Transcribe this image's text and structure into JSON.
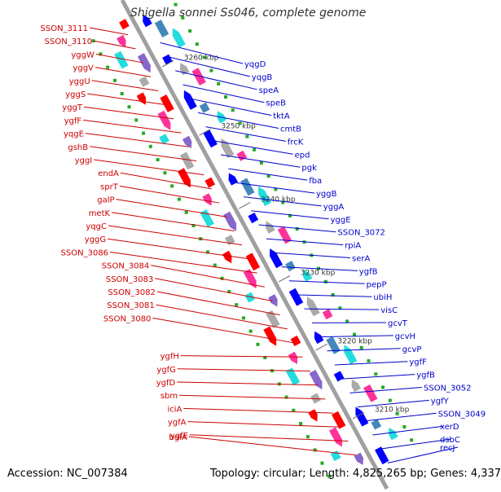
{
  "title": "Shigella sonnei Ss046, complete genome",
  "footer": {
    "accession": "Accession: NC_007384",
    "summary": "Topology: circular; Length: 4,825,265 bp; Genes: 4,337"
  },
  "colors": {
    "backbone": "#a0a0a0",
    "left_label": "#cc0000",
    "right_label": "#0000cc",
    "red_feature": "#ff0000",
    "blue_feature": "#0000ff",
    "cyan_feature": "#22dddd",
    "steel_feature": "#4488bb",
    "tick_green": "#22aa22",
    "pink_feature": "#ff3399"
  },
  "kbp_labels": [
    {
      "text": "3260 kbp",
      "pos": 0.14
    },
    {
      "text": "3250 kbp",
      "pos": 0.28
    },
    {
      "text": "3240 kbp",
      "pos": 0.43
    },
    {
      "text": "3230 kbp",
      "pos": 0.58
    },
    {
      "text": "3220 kbp",
      "pos": 0.72
    },
    {
      "text": "3210 kbp",
      "pos": 0.86
    }
  ],
  "left_genes": [
    "SSON_3111",
    "SSON_3110",
    "yggW",
    "yggV",
    "yggU",
    "yggS",
    "yggT",
    "ygfF",
    "yqgE",
    "gshB",
    "yggI",
    "endA",
    "sprT",
    "galP",
    "metK",
    "yqgC",
    "yggG",
    "SSON_3086",
    "SSON_3084",
    "SSON_3083",
    "SSON_3082",
    "SSON_3081",
    "SSON_3080",
    "ygfH",
    "ygfG",
    "ygfD",
    "sbm",
    "iciA",
    "ygfA",
    "ygfE",
    "bglA"
  ],
  "right_genes": [
    "yqgD",
    "yqgB",
    "speA",
    "speB",
    "tktA",
    "cmtB",
    "frcK",
    "epd",
    "pgk",
    "fba",
    "yggB",
    "yggA",
    "yggE",
    "SSON_3072",
    "rpiA",
    "serA",
    "ygfB",
    "pepP",
    "ubiH",
    "visC",
    "gcvT",
    "gcvH",
    "gcvP",
    "ygfF",
    "ygfB",
    "SSON_3052",
    "ygfY",
    "SSON_3049",
    "xerD",
    "dsbC",
    "recJ"
  ]
}
